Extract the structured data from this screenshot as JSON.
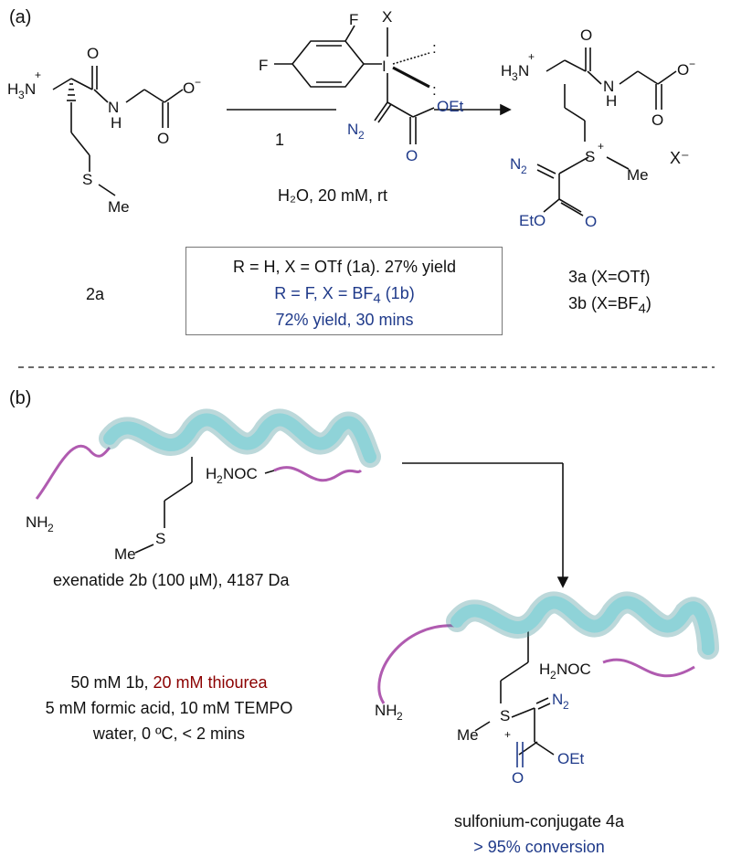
{
  "panel_a": {
    "label": "(a)",
    "reagent_number": "1",
    "conditions": "H₂O, 20 mM, rt",
    "start_label": "2a",
    "product_label_a": "3a (X=OTf)",
    "product_label_b_prefix": "3b (X=BF",
    "product_label_b_sub": "4",
    "product_label_b_suffix": ")",
    "box_line1": "R = H, X = OTf (1a). 27% yield",
    "box_line2_prefix": "R = F, X = BF",
    "box_line2_sub": "4",
    "box_line2_suffix": " (1b)",
    "box_line3": "72% yield, 30 mins",
    "counterion": "X⁻"
  },
  "panel_b": {
    "label": "(b)",
    "substrate": "exenatide 2b (100 µM), 4187 Da",
    "cond1_prefix": "50 mM 1b, ",
    "cond1_red": "20 mM thiourea",
    "cond2": "5 mM formic acid, 10 mM TEMPO",
    "cond3": "water, 0 ºC, < 2 mins",
    "product": "sulfonium-conjugate 4a",
    "conversion": "> 95% conversion"
  },
  "colors": {
    "blue": "#1f3a8a",
    "red": "#8b0000",
    "helix": "#8fd3d8",
    "helix_edge": "#3e8e95",
    "loop": "#b05bb0"
  }
}
